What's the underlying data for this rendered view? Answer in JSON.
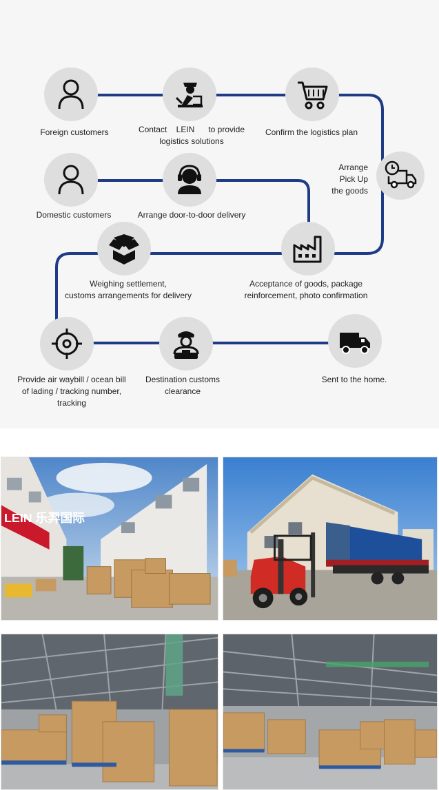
{
  "flow": {
    "steps": [
      {
        "id": "foreign",
        "icon": "person-icon",
        "lines": [
          "Foreign customers"
        ]
      },
      {
        "id": "contact",
        "icon": "officer-icon",
        "lines": [
          "Contact    LEIN      to provide",
          "logistics solutions"
        ]
      },
      {
        "id": "confirm",
        "icon": "shopping-cart-icon",
        "lines": [
          "Confirm the logistics plan"
        ]
      },
      {
        "id": "pickup",
        "icon": "delivery-truck-clock-icon",
        "lines": [
          "Arrange",
          "Pick Up",
          "the goods"
        ]
      },
      {
        "id": "domestic",
        "icon": "person-icon",
        "lines": [
          "Domestic customers"
        ]
      },
      {
        "id": "door",
        "icon": "headset-agent-icon",
        "lines": [
          "Arrange door-to-door delivery"
        ]
      },
      {
        "id": "weighing",
        "icon": "open-box-icon",
        "lines": [
          "Weighing settlement,",
          "customs arrangements for delivery"
        ]
      },
      {
        "id": "acceptance",
        "icon": "factory-icon",
        "lines": [
          "Acceptance of goods, package",
          "reinforcement, photo confirmation"
        ]
      },
      {
        "id": "waybill",
        "icon": "target-crosshair-icon",
        "lines": [
          "Provide air waybill / ocean bill",
          "of lading / tracking number,",
          "tracking"
        ]
      },
      {
        "id": "clearance",
        "icon": "customs-officer-icon",
        "lines": [
          "Destination customs",
          "clearance"
        ]
      },
      {
        "id": "home",
        "icon": "box-truck-icon",
        "lines": [
          "Sent to the home."
        ]
      }
    ],
    "colors": {
      "line": "#1f3b86",
      "node": "#dedede",
      "icon": "#111111"
    }
  },
  "photos": [
    {
      "id": "warehouse-exterior-boxes",
      "signage": "LEIN 乐羿国际"
    },
    {
      "id": "forklift-container-loading"
    },
    {
      "id": "warehouse-interior-stacks"
    },
    {
      "id": "warehouse-interior-pallets"
    }
  ]
}
